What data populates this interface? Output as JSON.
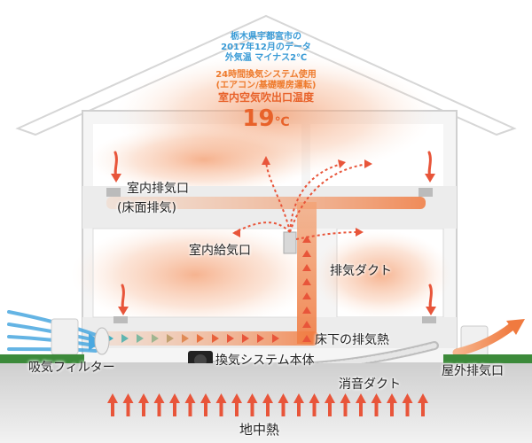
{
  "info": {
    "line1": "栃木県宇都宮市の",
    "line2": "2017年12月のデータ",
    "line3": "外気温 マイナス2℃",
    "line4": "24時間換気システム使用",
    "line5": "(エアコン/基礎暖房運転)",
    "line6": "室内空気吹出口温度",
    "temp_value": "19",
    "temp_unit": "℃"
  },
  "labels": {
    "indoor_exhaust": "室内排気口",
    "floor_exhaust": "(床面排気)",
    "indoor_supply": "室内給気口",
    "exhaust_duct": "排気ダクト",
    "underfloor_heat": "床下の排気熱",
    "system_unit": "換気システム本体",
    "intake_filter": "吸気フィルター",
    "silencer_duct": "消音ダクト",
    "outdoor_exhaust": "屋外排気口",
    "ground_heat": "地中熱"
  },
  "colors": {
    "roof_line": "#d8d8d8",
    "heat_orange": "#ef7d3a",
    "heat_red": "#e8553a",
    "cold_blue": "#4aa8e0",
    "ground_grass": "#3c8a3a",
    "duct_fill": "#e9a37a",
    "teal_arrow": "#3fb0c0"
  }
}
